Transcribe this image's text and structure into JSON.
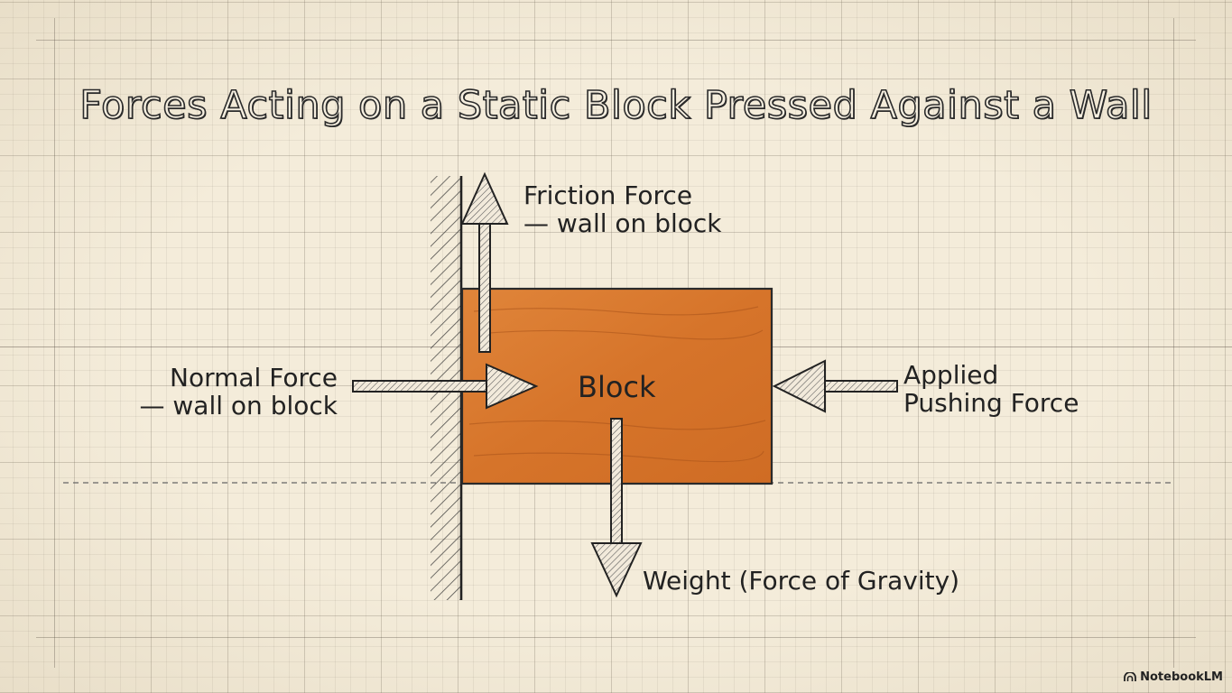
{
  "title": "Forces Acting on a Static Block Pressed Against a Wall",
  "block": {
    "label": "Block",
    "color": "#d9782e"
  },
  "forces": {
    "friction": {
      "line1": "Friction Force",
      "line2": "— wall on block"
    },
    "normal": {
      "line1": "Normal Force",
      "line2": "— wall on block"
    },
    "applied": {
      "line1": "Applied",
      "line2": "Pushing Force"
    },
    "weight": {
      "label": "Weight (Force of Gravity)"
    }
  },
  "brand": {
    "name": "NotebookLM",
    "icon": "notebooklm-icon"
  },
  "colors": {
    "ink": "#222222",
    "paper": "#f4ecda",
    "block": "#d9782e"
  }
}
